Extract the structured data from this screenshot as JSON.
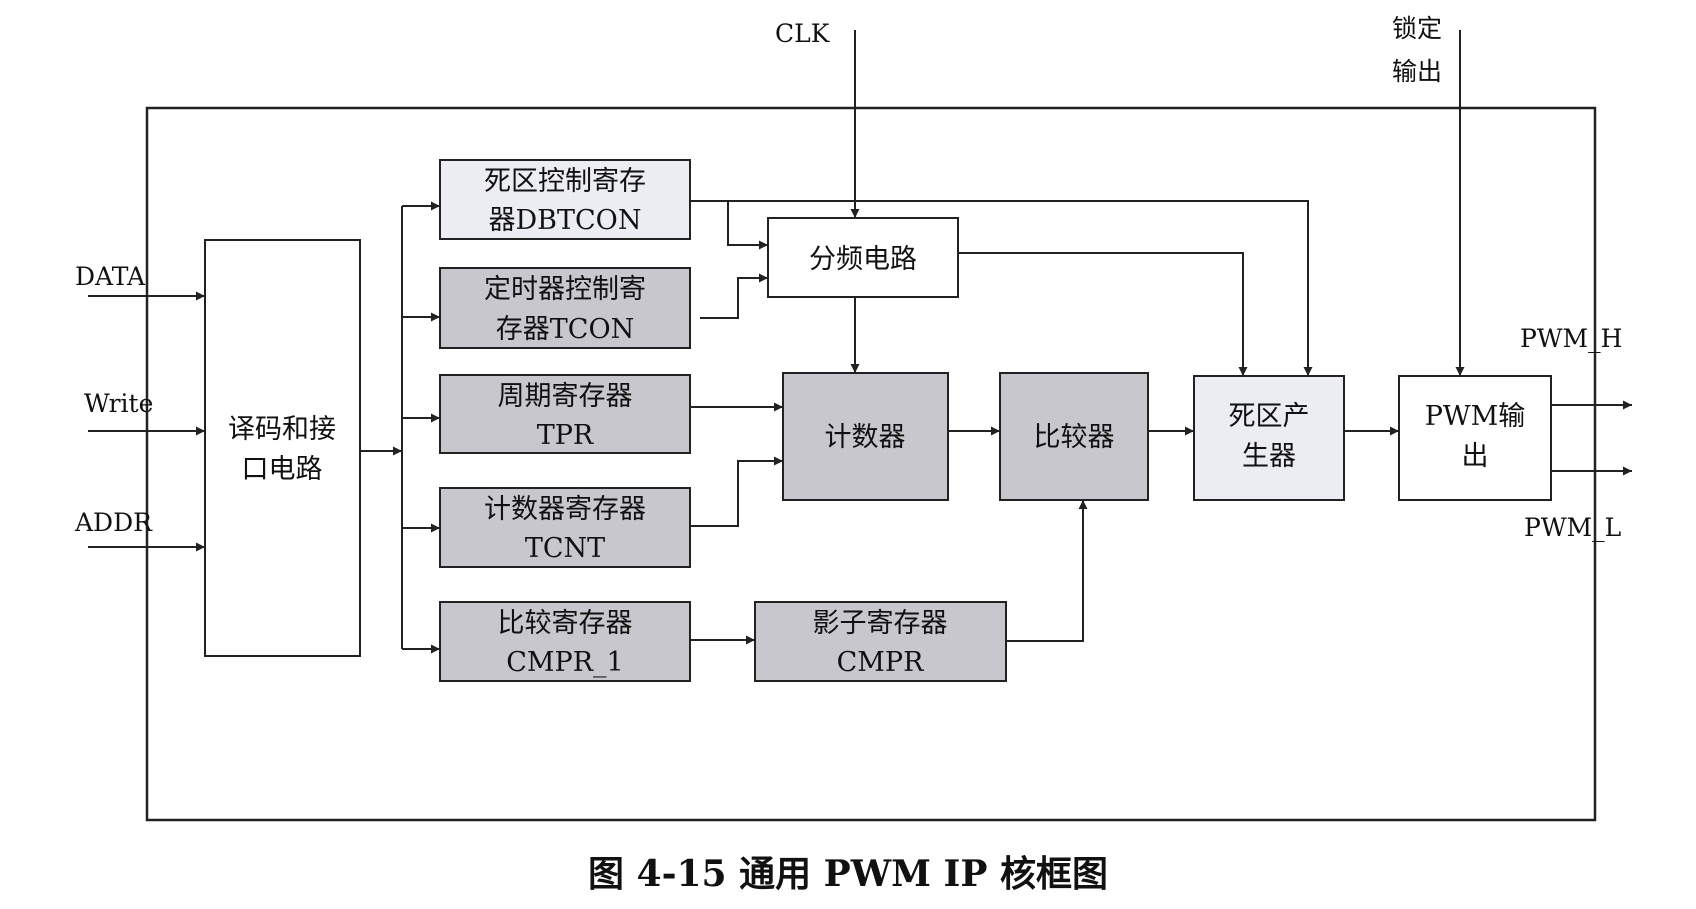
{
  "caption": "图 4-15  通用 PWM IP 核框图",
  "colors": {
    "light_fill": "#ecedf3",
    "dark_fill": "#c7c7cd",
    "white_fill": "#ffffff",
    "line": "#222222"
  },
  "inputs": {
    "data": "DATA",
    "write": "Write",
    "addr": "ADDR",
    "clk": "CLK",
    "lock_line1": "锁定",
    "lock_line2": "输出"
  },
  "outputs": {
    "pwm_h": "PWM_H",
    "pwm_l": "PWM_L"
  },
  "blocks": {
    "decoder": {
      "line1": "译码和接",
      "line2": "口电路"
    },
    "dbtcon": {
      "line1": "死区控制寄存",
      "line2": "器DBTCON"
    },
    "tcon": {
      "line1": "定时器控制寄",
      "line2": "存器TCON"
    },
    "tpr": {
      "line1": "周期寄存器",
      "line2": "TPR"
    },
    "tcnt": {
      "line1": "计数器寄存器",
      "line2": "TCNT"
    },
    "cmpr1": {
      "line1": "比较寄存器",
      "line2": "CMPR_1"
    },
    "shadow": {
      "line1": "影子寄存器",
      "line2": "CMPR"
    },
    "divider": {
      "line1": "分频电路"
    },
    "counter": {
      "line1": "计数器"
    },
    "comparator": {
      "line1": "比较器"
    },
    "deadband": {
      "line1": "死区产",
      "line2": "生器"
    },
    "pwm_out": {
      "line1": "PWM输",
      "line2": "出"
    }
  }
}
